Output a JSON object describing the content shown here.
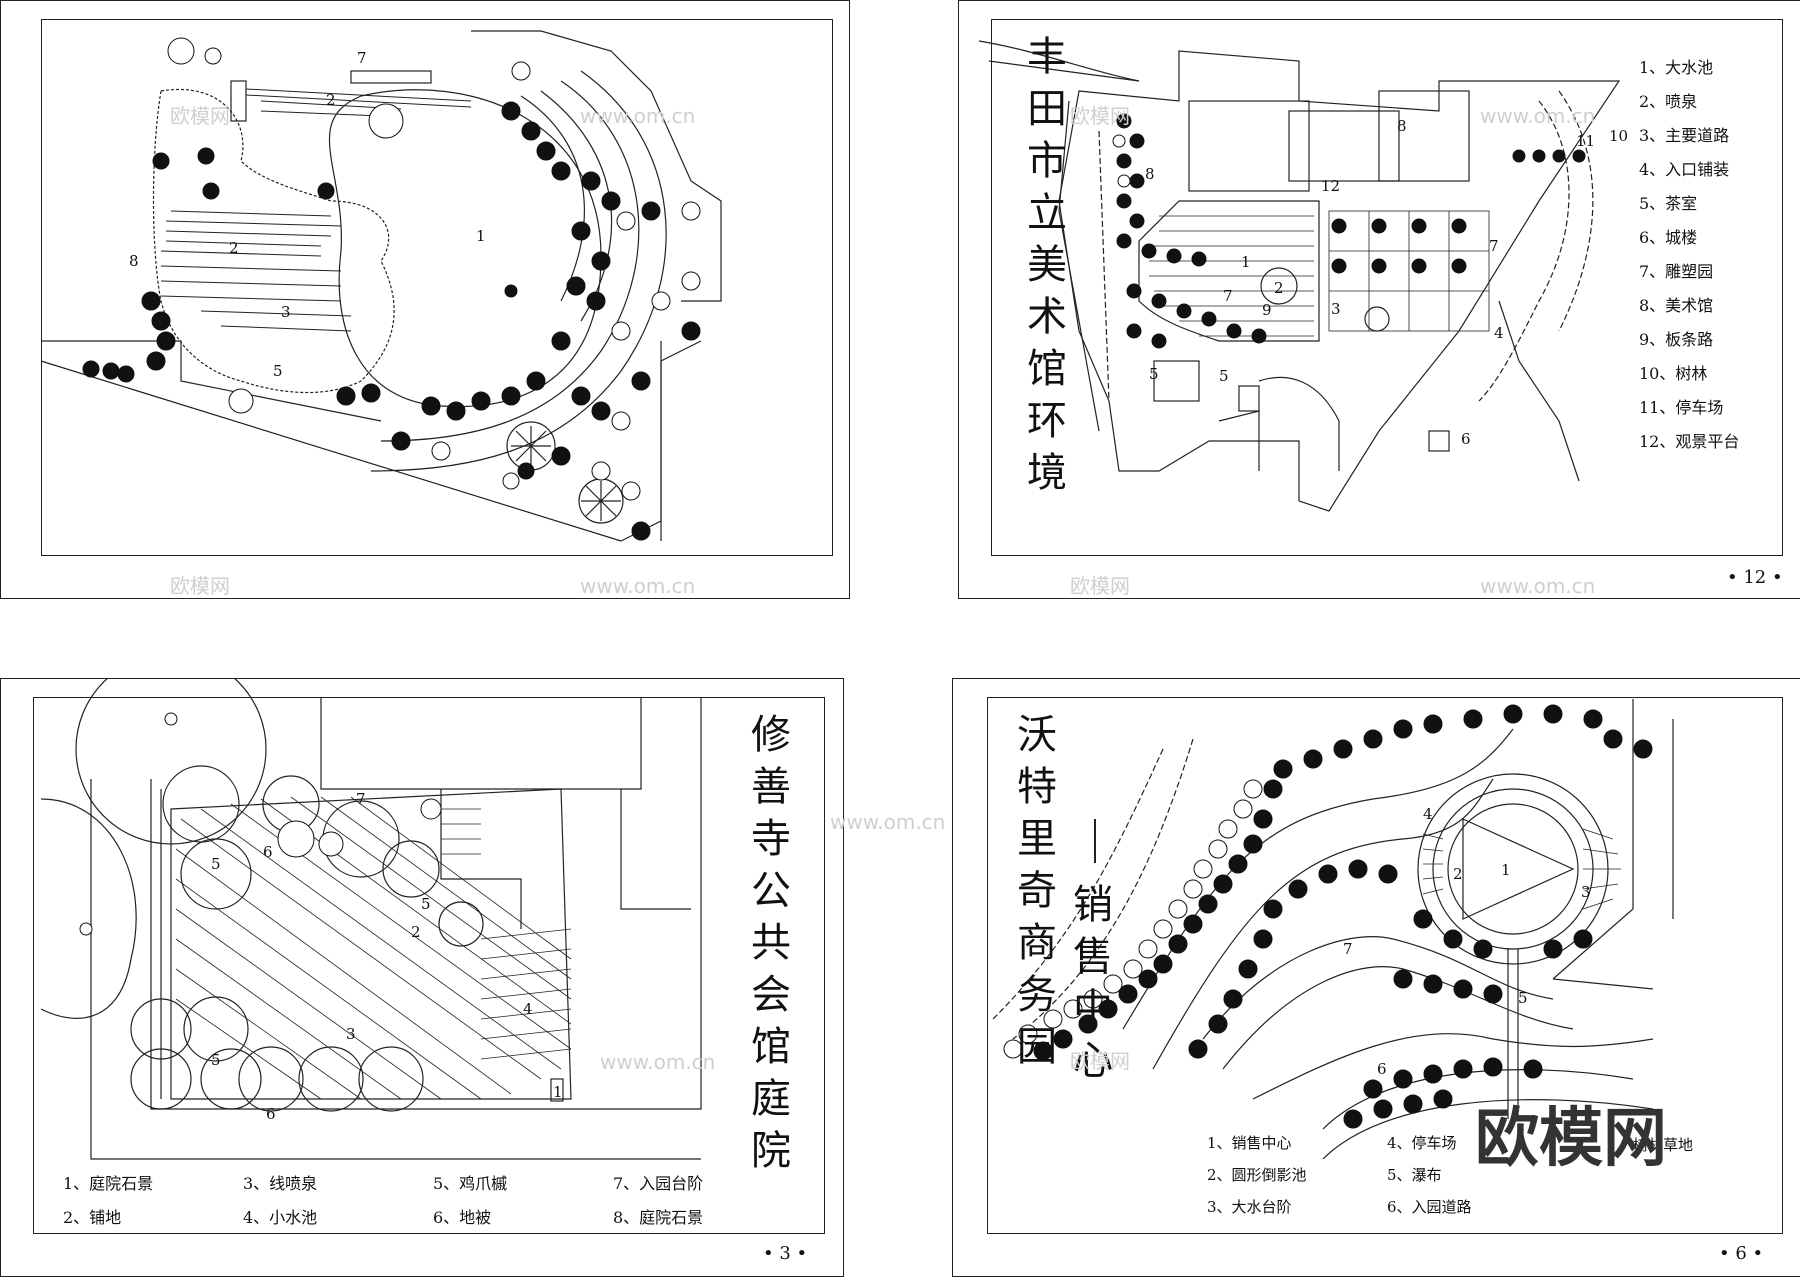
{
  "panels": {
    "p1": {
      "labels": [
        "1",
        "2",
        "2",
        "3",
        "5",
        "7",
        "8"
      ]
    },
    "p2": {
      "title": "丰田市立美术馆环境",
      "legend": [
        "1、大水池",
        "2、喷泉",
        "3、主要道路",
        "4、入口铺装",
        "5、茶室",
        "6、城楼",
        "7、雕塑园",
        "8、美术馆",
        "9、板条路",
        "10、树林",
        "11、停车场",
        "12、观景平台"
      ],
      "labels": [
        "1",
        "2",
        "3",
        "4",
        "5",
        "5",
        "6",
        "7",
        "7",
        "8",
        "8",
        "9",
        "10",
        "11",
        "12"
      ],
      "page": "• 12 •"
    },
    "p3": {
      "title": "修善寺公共会馆庭院",
      "legend": [
        "1、庭院石景",
        "3、线喷泉",
        "5、鸡爪槭",
        "7、入园台阶",
        "2、铺地",
        "4、小水池",
        "6、地被",
        "8、庭院石景"
      ],
      "labels": [
        "1",
        "2",
        "3",
        "4",
        "5",
        "5",
        "5",
        "6",
        "6",
        "7"
      ],
      "page": "• 3 •"
    },
    "p4": {
      "title": "沃特里奇商务园",
      "subtitle": "销售中心",
      "legend": [
        "1、销售中心",
        "4、停车场",
        "2、圆形倒影池",
        "5、瀑布",
        "3、大水台阶",
        "6、入园道路"
      ],
      "labels": [
        "1",
        "2",
        "3",
        "4",
        "5",
        "6",
        "7"
      ],
      "page": "• 6 •",
      "watermark_big": "欧模网",
      "watermark_overlap": "树林草地"
    }
  },
  "watermarks": {
    "logo": "欧模网",
    "url": "www.om.cn"
  }
}
